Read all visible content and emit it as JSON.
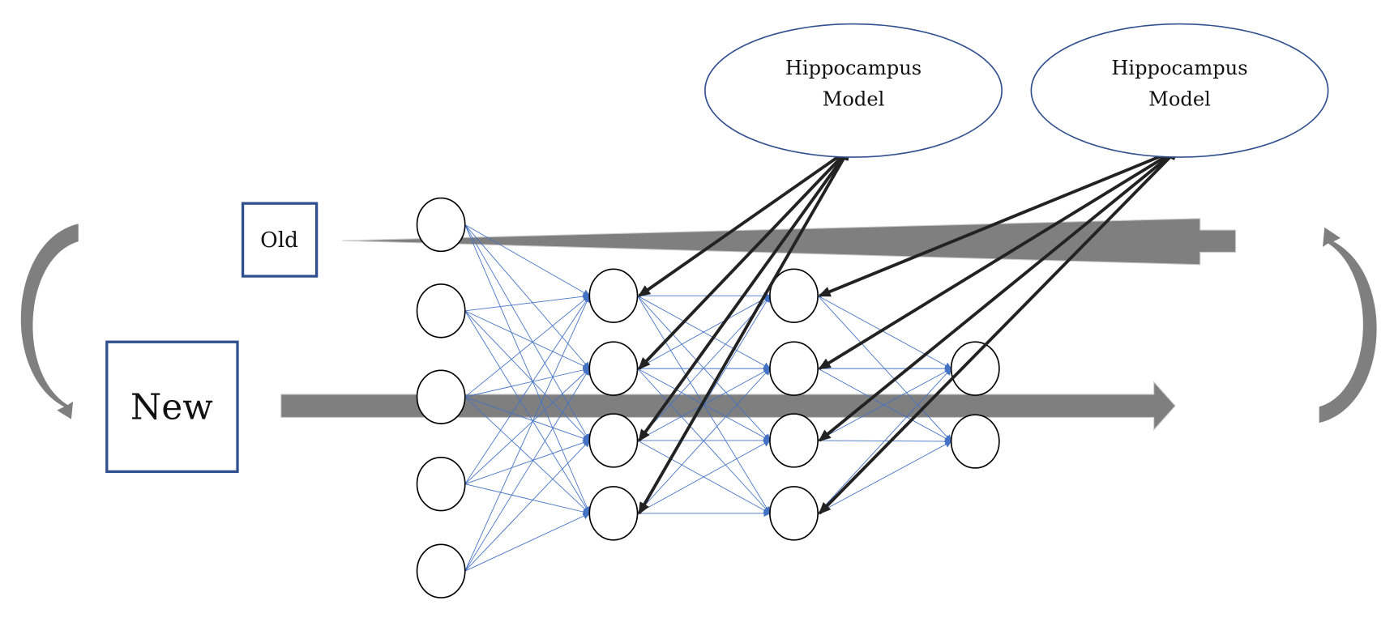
{
  "hippocampus": [
    {
      "line1": "Hippocampus",
      "line2": "Model"
    },
    {
      "line1": "Hippocampus",
      "line2": "Model"
    }
  ],
  "boxes": {
    "old": "Old",
    "new": "New"
  },
  "network": {
    "layers": [
      5,
      4,
      4,
      2
    ]
  },
  "colors": {
    "box_border": "#2f4f8f",
    "connection": "#4472c4",
    "flow_arrow": "#7f7f7f",
    "memory_arrow": "#222222"
  }
}
